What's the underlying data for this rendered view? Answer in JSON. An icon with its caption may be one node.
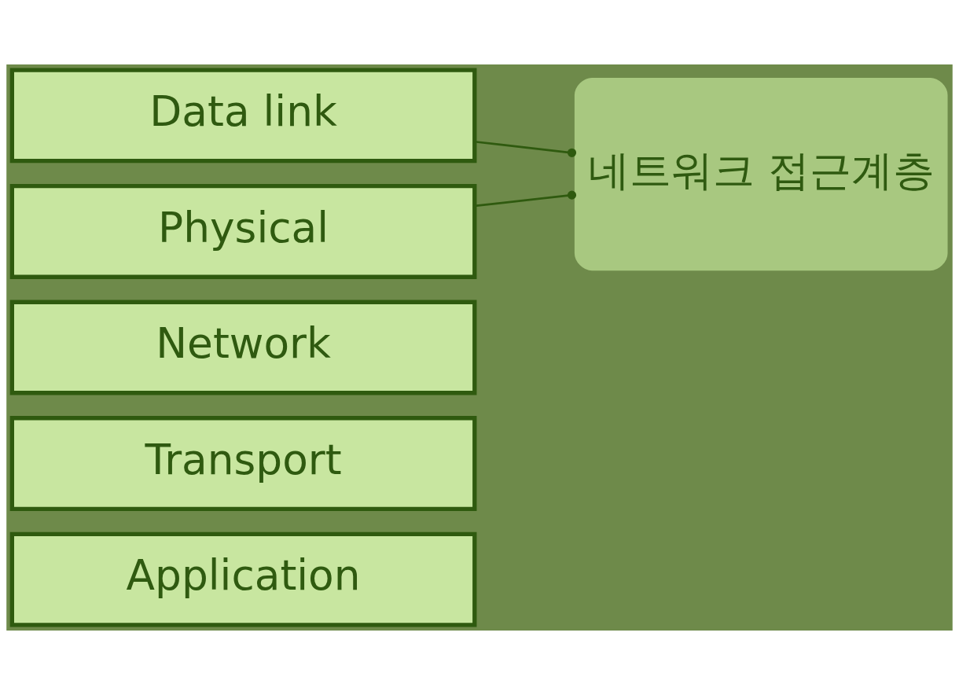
{
  "diagram": {
    "nodes": [
      {
        "text": [
          "Application"
        ]
      },
      {
        "text": [
          "Transport"
        ]
      },
      {
        "text": [
          "Network"
        ]
      },
      {
        "text": [
          "Data link"
        ]
      },
      {
        "text": [
          "Physical"
        ]
      },
      {
        "text": [
          "네트워크 접근계층"
        ]
      }
    ],
    "edges": [
      {
        "from": 3,
        "to": 5,
        "arrow": "other"
      },
      {
        "from": 4,
        "to": 5,
        "arrow": "other"
      }
    ]
  }
}
